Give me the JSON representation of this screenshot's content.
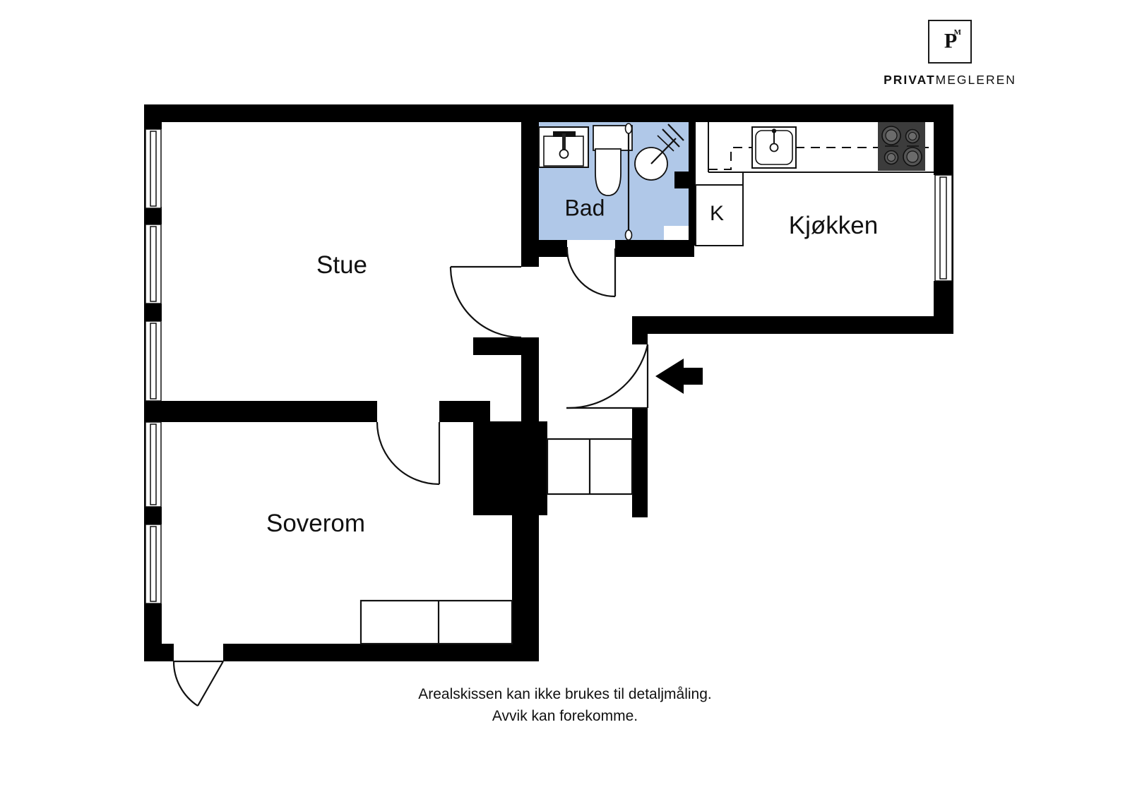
{
  "brand": {
    "mark_letter": "P",
    "mark_superscript": "M",
    "word_bold": "PRIVAT",
    "word_light": "MEGLEREN"
  },
  "floorplan": {
    "rooms": [
      {
        "id": "stue",
        "label": "Stue",
        "fill": "#ffffff"
      },
      {
        "id": "soverom",
        "label": "Soverom",
        "fill": "#ffffff"
      },
      {
        "id": "bad",
        "label": "Bad",
        "fill": "#b0c8e8"
      },
      {
        "id": "kjokken",
        "label": "Kjøkken",
        "fill": "#ffffff"
      },
      {
        "id": "kjoleskap",
        "label": "K",
        "fill": "#ffffff"
      }
    ],
    "fixtures": [
      {
        "name": "bathroom-sink"
      },
      {
        "name": "toilet"
      },
      {
        "name": "shower"
      },
      {
        "name": "kitchen-sink"
      },
      {
        "name": "stove-cooktop"
      },
      {
        "name": "refrigerator"
      },
      {
        "name": "hallway-closet"
      },
      {
        "name": "bedroom-closet"
      }
    ],
    "doors": [
      {
        "name": "entrance-door"
      },
      {
        "name": "bathroom-door"
      },
      {
        "name": "living-room-door"
      },
      {
        "name": "bedroom-door"
      },
      {
        "name": "balcony-door"
      }
    ],
    "windows_left_count": 5,
    "windows_right_count": 1,
    "entry_marker": "entrance-arrow",
    "colors": {
      "wall": "#000000",
      "room_fill": "#ffffff",
      "bath_fill": "#b0c8e8",
      "fixture_stroke": "#111111",
      "stove_body": "#3c3c3c"
    }
  },
  "disclaimer": {
    "line1": "Arealskissen kan ikke brukes til detaljmåling.",
    "line2": "Avvik kan forekomme."
  }
}
